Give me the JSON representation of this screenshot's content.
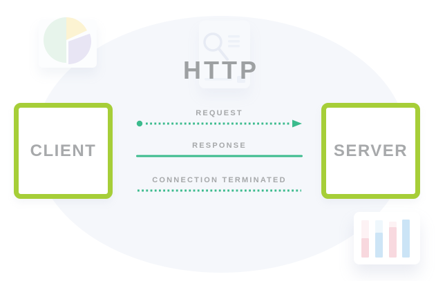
{
  "title": "HTTP",
  "nodes": {
    "client": {
      "label": "CLIENT"
    },
    "server": {
      "label": "SERVER"
    }
  },
  "flows": [
    {
      "label": "REQUEST",
      "line_style": "dotted",
      "start_cap": "dot",
      "end_cap": "arrow-right",
      "direction": "client-to-server"
    },
    {
      "label": "RESPONSE",
      "line_style": "solid",
      "start_cap": "none",
      "end_cap": "none",
      "direction": "server-to-client"
    },
    {
      "label": "CONNECTION TERMINATED",
      "line_style": "dotted",
      "start_cap": "none",
      "end_cap": "none",
      "direction": "none"
    }
  ],
  "colors": {
    "node_border_green": "#a6ce38",
    "flow_teal": "#3bbb8d",
    "title_gray": "#9da0a2",
    "node_label_gray": "#a7a9ab",
    "flow_label_gray": "#a6a8aa",
    "backdrop_ellipse": "#f5f7fb",
    "pie_mint": "#e7f4eb",
    "pie_yellow": "#fcf3d2",
    "pie_lavender": "#e8e5f4",
    "bar_pink": "#f8d8de",
    "bar_blue": "#cde5f6"
  },
  "decorations": {
    "top_left": "pie-chart-icon",
    "behind_title": "search-page-icon",
    "bottom_right": "bar-chart-icon"
  }
}
